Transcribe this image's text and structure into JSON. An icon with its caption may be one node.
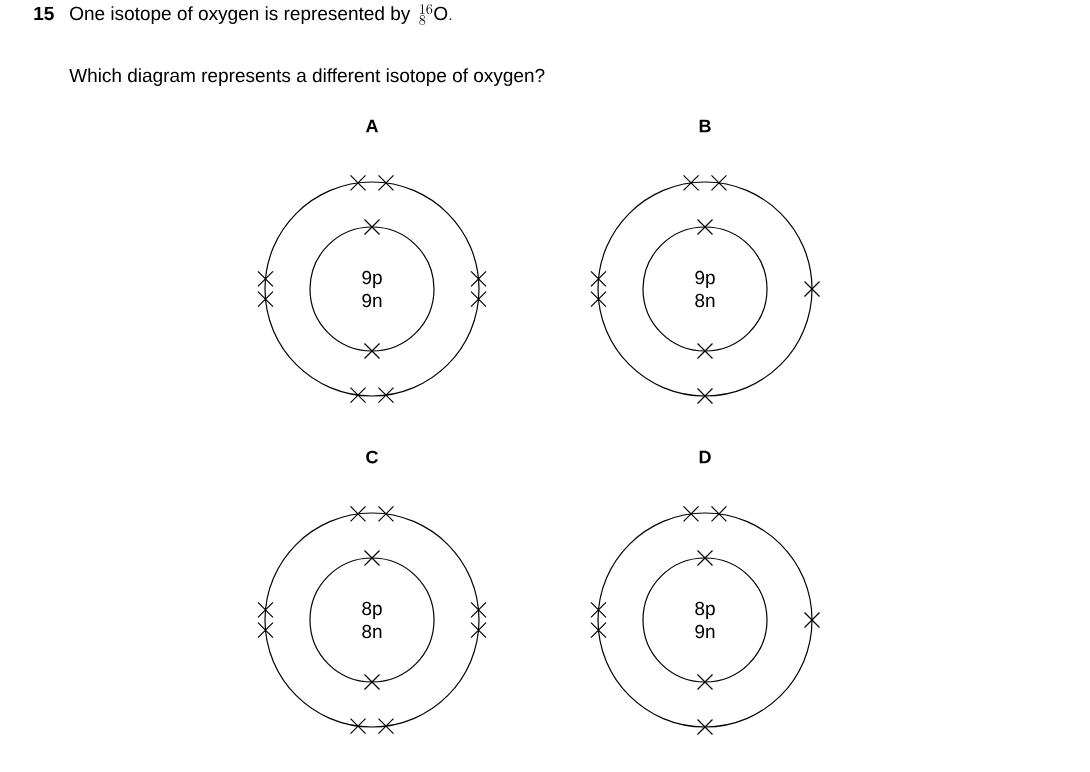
{
  "diagram": {
    "nodes": [
      {
        "text": [],
        "shape": "circle",
        "beside": [
          "A"
        ]
      },
      {
        "text": [
          "9p",
          "9n"
        ],
        "in": 0
      },
      {
        "text": [],
        "shape": "circle",
        "beside": [
          "B"
        ]
      },
      {
        "text": [
          "9p",
          "8n"
        ],
        "in": 2
      },
      {
        "text": [],
        "shape": "circle",
        "beside": [
          "C"
        ]
      },
      {
        "text": [
          "8p",
          "8n"
        ],
        "in": 4
      },
      {
        "text": [],
        "shape": "circle",
        "beside": [
          "D"
        ]
      },
      {
        "text": [
          "8p",
          "9n"
        ],
        "in": 6
      }
    ],
    "labels": [
      "15",
      "One isotope of oxygen is represented by",
      "{}^{16}_{8}\\mathrm{O}.",
      "Which diagram represents a different isotope of oxygen?"
    ]
  }
}
